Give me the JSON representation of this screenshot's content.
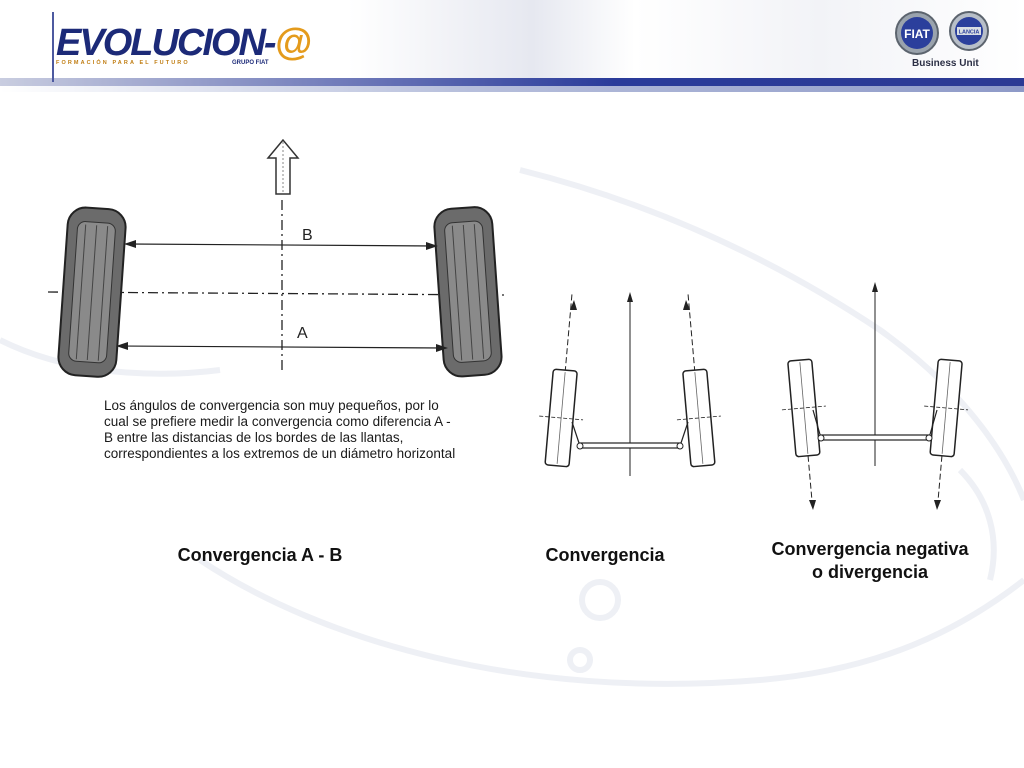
{
  "header": {
    "logo_main": "EVOLUCION-",
    "logo_at": "@",
    "logo_tagline": "FORMACIÓN PARA EL FUTURO",
    "logo_group": "GRUPO FIAT",
    "fiat_badge_text": "FIAT",
    "lancia_badge_text": "LANCIA",
    "business_unit": "Business Unit"
  },
  "diagram_ab": {
    "label_b": "B",
    "label_a": "A",
    "description": "Los ángulos de convergencia son muy pequeños, por lo cual se prefiere medir la convergencia como diferencia A - B entre las distancias de los bordes de las llantas, correspondientes a los extremos de un diámetro horizontal"
  },
  "captions": {
    "ab": "Convergencia A - B",
    "convergence": "Convergencia",
    "negative_line1": "Convergencia negativa",
    "negative_line2": "o divergencia"
  }
}
